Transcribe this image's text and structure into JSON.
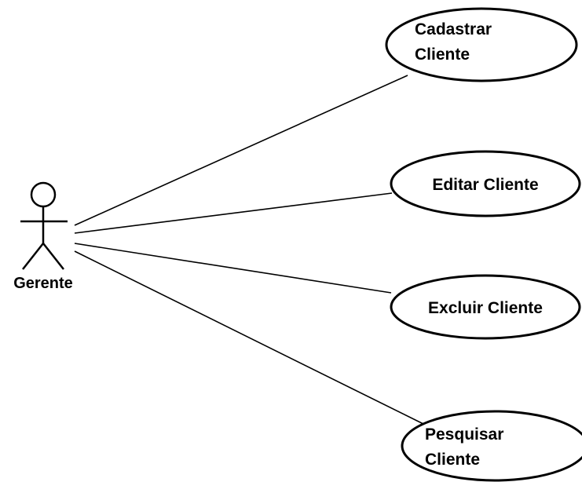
{
  "actor": {
    "name": "Gerente"
  },
  "use_cases": [
    {
      "id": "cadastrar",
      "lines": [
        "Cadastrar",
        "Cliente"
      ]
    },
    {
      "id": "editar",
      "lines": [
        "Editar Cliente"
      ]
    },
    {
      "id": "excluir",
      "lines": [
        "Excluir Cliente"
      ]
    },
    {
      "id": "pesquisar",
      "lines": [
        "Pesquisar",
        "Cliente"
      ]
    }
  ],
  "colors": {
    "stroke": "#000000",
    "background": "#ffffff"
  }
}
